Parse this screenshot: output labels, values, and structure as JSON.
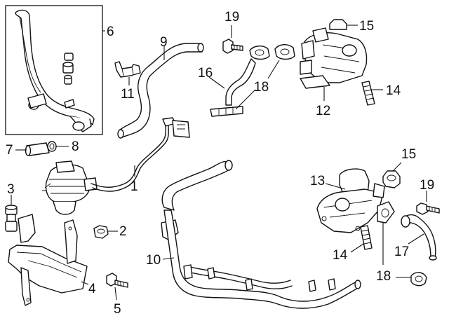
{
  "callouts": {
    "c1": "1",
    "c2": "2",
    "c3": "3",
    "c4": "4",
    "c5": "5",
    "c6": "6",
    "c7": "7",
    "c8": "8",
    "c9": "9",
    "c10": "10",
    "c11": "11",
    "c12": "12",
    "c13": "13",
    "c14a": "14",
    "c14b": "14",
    "c15a": "15",
    "c15b": "15",
    "c16": "16",
    "c17": "17",
    "c18a": "18",
    "c18b": "18",
    "c19a": "19",
    "c19b": "19"
  },
  "colors": {
    "line": "#111111",
    "background": "#ffffff"
  }
}
